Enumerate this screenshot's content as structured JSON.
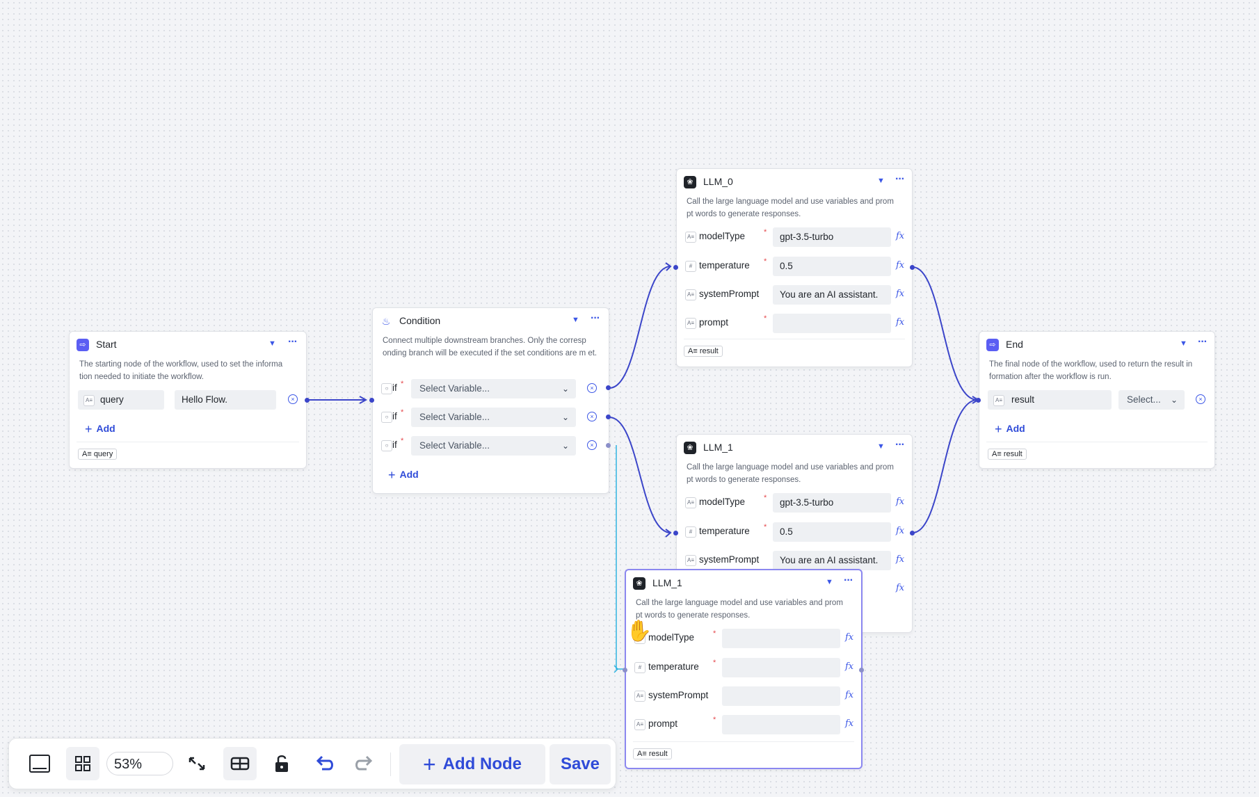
{
  "canvas": {
    "nodes": {
      "start": {
        "title": "Start",
        "description": "The starting node of the workflow, used to set the informa tion needed to initiate the workflow.",
        "param_name": "query",
        "param_value": "Hello Flow.",
        "add_label": "Add",
        "output_tag": "query"
      },
      "condition": {
        "title": "Condition",
        "description": "Connect multiple downstream branches. Only the corresp onding branch will be executed if the set conditions are m et.",
        "rows": [
          {
            "label": "if",
            "placeholder": "Select Variable..."
          },
          {
            "label": "if",
            "placeholder": "Select Variable..."
          },
          {
            "label": "if",
            "placeholder": "Select Variable..."
          }
        ],
        "add_label": "Add"
      },
      "llm0": {
        "title": "LLM_0",
        "description": "Call the large language model and use variables and prom pt words to generate responses.",
        "params": [
          {
            "name": "modelType",
            "required": true,
            "value": "gpt-3.5-turbo"
          },
          {
            "name": "temperature",
            "required": true,
            "value": "0.5"
          },
          {
            "name": "systemPrompt",
            "required": false,
            "value": "You are an AI assistant."
          },
          {
            "name": "prompt",
            "required": true,
            "value": ""
          }
        ],
        "output_tag": "result"
      },
      "llm1": {
        "title": "LLM_1",
        "description": "Call the large language model and use variables and prom pt words to generate responses.",
        "params": [
          {
            "name": "modelType",
            "required": true,
            "value": "gpt-3.5-turbo"
          },
          {
            "name": "temperature",
            "required": true,
            "value": "0.5"
          },
          {
            "name": "systemPrompt",
            "required": false,
            "value": "You are an AI assistant."
          }
        ]
      },
      "llm1_copy": {
        "title": "LLM_1",
        "description": "Call the large language model and use variables and prom pt words to generate responses.",
        "params": [
          {
            "name": "modelType",
            "required": true,
            "value": ""
          },
          {
            "name": "temperature",
            "required": true,
            "value": ""
          },
          {
            "name": "systemPrompt",
            "required": false,
            "value": ""
          },
          {
            "name": "prompt",
            "required": true,
            "value": ""
          }
        ],
        "output_tag": "result"
      },
      "end": {
        "title": "End",
        "description": "The final node of the workflow, used to return the result in formation after the workflow is run.",
        "param_name": "result",
        "select_placeholder": "Select...",
        "add_label": "Add",
        "output_tag": "result"
      }
    }
  },
  "toolbar": {
    "zoom": "53%",
    "add_node_label": "Add Node",
    "save_label": "Save",
    "icons": [
      "minimap-icon",
      "layout-icon",
      "fit-view-icon",
      "grid-icon",
      "lock-icon",
      "undo-icon",
      "redo-icon"
    ]
  },
  "colors": {
    "accent": "#2f4bd8",
    "edge": "#3b45c9",
    "edge_dragging": "#2fb3e0",
    "selected_border": "#8b87f0"
  }
}
